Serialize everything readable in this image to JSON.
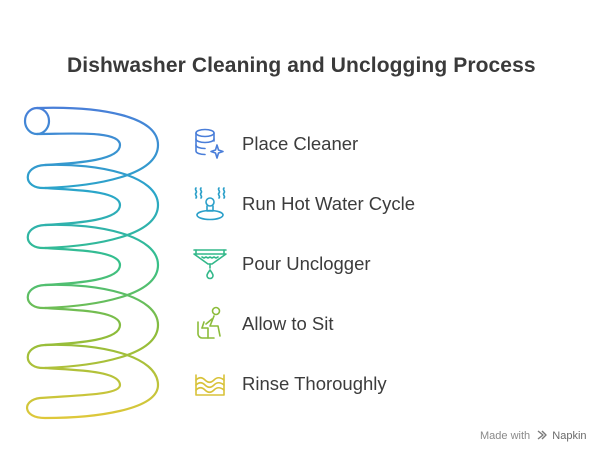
{
  "title": "Dishwasher Cleaning and Unclogging Process",
  "steps": [
    {
      "label": "Place Cleaner",
      "icon": "database-sparkle-icon",
      "color": "#4a7ed9"
    },
    {
      "label": "Run Hot Water Cycle",
      "icon": "steam-faucet-icon",
      "color": "#2a9fc9"
    },
    {
      "label": "Pour Unclogger",
      "icon": "drain-drop-icon",
      "color": "#33b88a"
    },
    {
      "label": "Allow to Sit",
      "icon": "person-sitting-icon",
      "color": "#8cbc3a"
    },
    {
      "label": "Rinse Thoroughly",
      "icon": "water-waves-icon",
      "color": "#d8c23a"
    }
  ],
  "footer": {
    "prefix": "Made with",
    "brand": "Napkin"
  }
}
